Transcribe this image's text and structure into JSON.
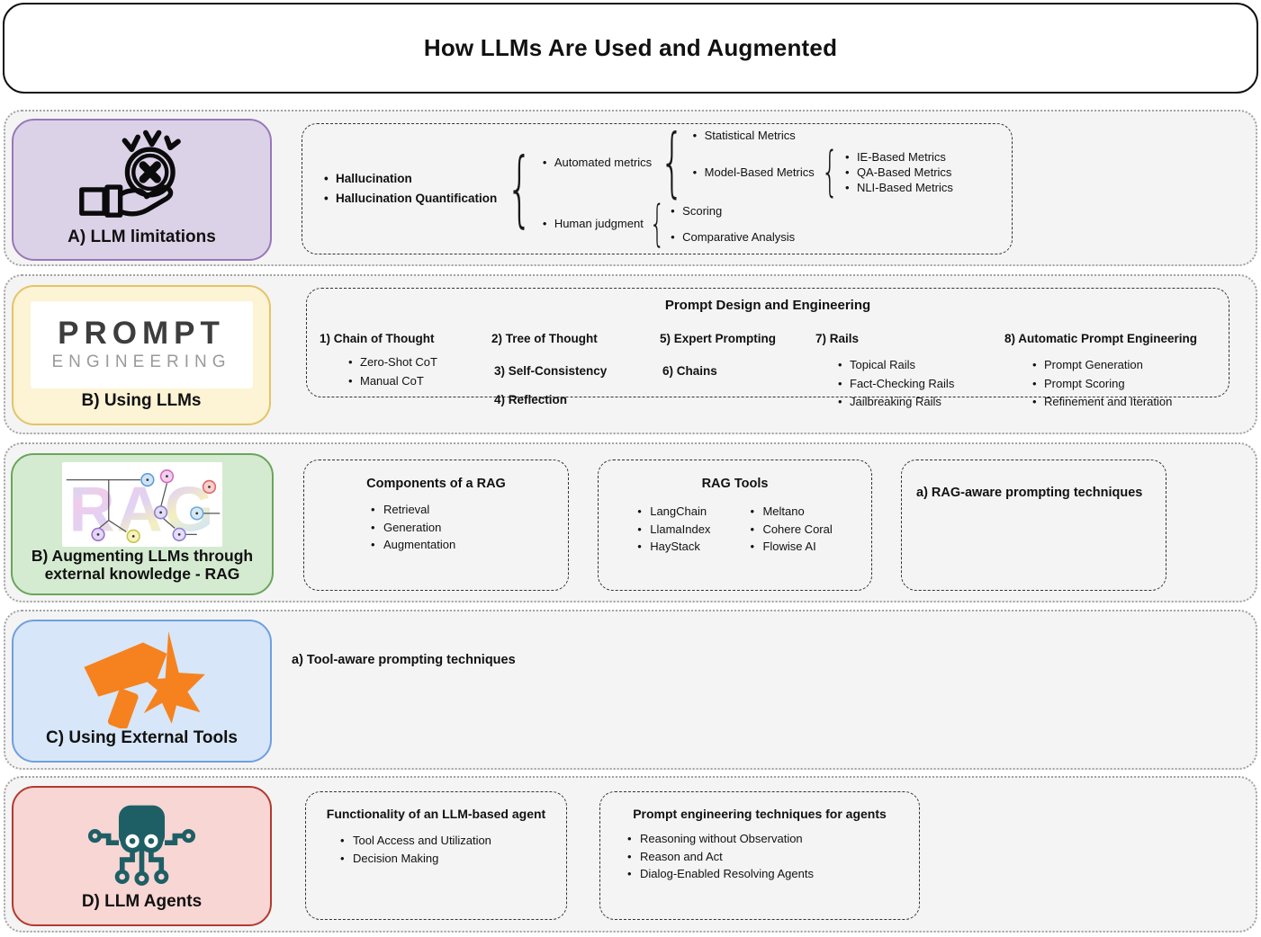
{
  "title": "How LLMs Are Used and Augmented",
  "limitations": {
    "card_label": "A) LLM limitations",
    "icon": "alert-cross-in-hand-icon",
    "roots": [
      "Hallucination",
      "Hallucination Quantification"
    ],
    "automated_label": "Automated metrics",
    "automated_children": [
      "Statistical Metrics",
      "Model-Based Metrics"
    ],
    "model_based_children": [
      "IE-Based Metrics",
      "QA-Based Metrics",
      "NLI-Based Metrics"
    ],
    "human_label": "Human judgment",
    "human_children": [
      "Scoring",
      "Comparative Analysis"
    ]
  },
  "using_llms": {
    "card_label": "B) Using LLMs",
    "logo_line1": "PROMPT",
    "logo_line2": "ENGINEERING",
    "box_title": "Prompt Design and Engineering",
    "item1": "1) Chain of Thought",
    "item1_bullets": [
      "Zero-Shot CoT",
      "Manual CoT"
    ],
    "item2": "2) Tree of Thought",
    "item3": "3) Self-Consistency",
    "item4": "4) Reflection",
    "item5": "5) Expert Prompting",
    "item6": "6) Chains",
    "item7": "7) Rails",
    "item7_bullets": [
      "Topical Rails",
      "Fact-Checking Rails",
      "Jailbreaking Rails"
    ],
    "item8": "8) Automatic Prompt Engineering",
    "item8_bullets": [
      "Prompt Generation",
      "Prompt Scoring",
      "Refinement and Iteration"
    ]
  },
  "rag": {
    "card_label_line1": "B) Augmenting LLMs through",
    "card_label_line2": "external knowledge - RAG",
    "logo_text": "RAG",
    "components_title": "Components of a RAG",
    "components_bullets": [
      "Retrieval",
      "Generation",
      "Augmentation"
    ],
    "tools_title": "RAG Tools",
    "tools_col1": [
      "LangChain",
      "LlamaIndex",
      "HayStack"
    ],
    "tools_col2": [
      "Meltano",
      "Cohere Coral",
      "Flowise AI"
    ],
    "aware_title": "a) RAG-aware prompting techniques"
  },
  "external_tools": {
    "card_label": "C) Using External Tools",
    "icon": "hammer-spark-icon",
    "note": "a) Tool-aware prompting techniques"
  },
  "agents": {
    "card_label": "D) LLM Agents",
    "icon": "robot-octopus-icon",
    "functionality_title": "Functionality of an LLM-based agent",
    "functionality_bullets": [
      "Tool Access and Utilization",
      "Decision Making"
    ],
    "prompting_title": "Prompt engineering techniques for agents",
    "prompting_bullets": [
      "Reasoning without Observation",
      "Reason and Act",
      "Dialog-Enabled Resolving Agents"
    ]
  },
  "colors": {
    "limitations_fill": "#dcd2e8",
    "limitations_border": "#9878b8",
    "using_fill": "#fdf3d5",
    "using_border": "#e3c467",
    "rag_fill": "#d5ebd1",
    "rag_border": "#69a65a",
    "tools_fill": "#d7e6f8",
    "tools_border": "#6f9fe0",
    "agents_fill": "#f8d6d3",
    "agents_border": "#b23a30",
    "tools_icon_orange": "#f5821e",
    "agents_icon_teal": "#1e5f66"
  }
}
